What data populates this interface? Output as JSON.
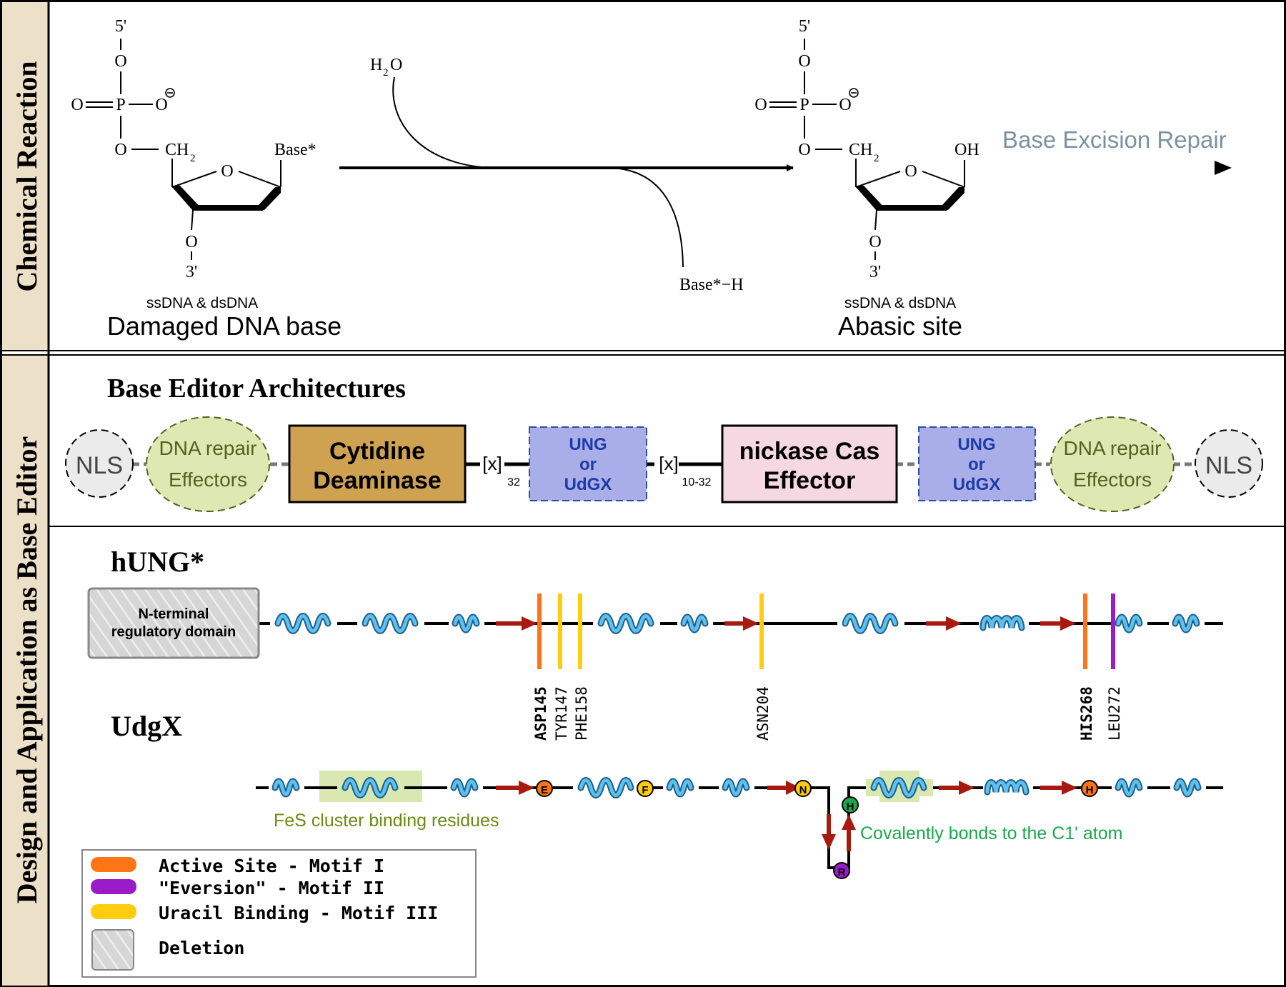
{
  "panels": {
    "reaction_label": "Chemical Reaction",
    "design_label": "Design and Application as Base Editor"
  },
  "reaction": {
    "left": {
      "five_prime": "5'",
      "o_top": "O",
      "o_dbl": "O",
      "p": "P",
      "o_minus": "O",
      "o_link": "O",
      "ch2": "CH",
      "ch2_sub": "2",
      "ring_o": "O",
      "base": "Base*",
      "o_bottom": "O",
      "three_prime": "3'",
      "substrate": "ssDNA & dsDNA",
      "name": "Damaged DNA base"
    },
    "water": "H",
    "water_sub": "2",
    "water_o": "O",
    "byproduct": "Base*−H",
    "right": {
      "five_prime": "5'",
      "o_top": "O",
      "o_dbl": "O",
      "p": "P",
      "o_minus": "O",
      "o_link": "O",
      "ch2": "CH",
      "ch2_sub": "2",
      "ring_o": "O",
      "oh": "OH",
      "o_bottom": "O",
      "three_prime": "3'",
      "substrate": "ssDNA & dsDNA",
      "name": "Abasic site"
    },
    "next_step": "Base Excision Repair"
  },
  "architecture": {
    "title": "Base Editor Architectures",
    "nls_left": "NLS",
    "repair_left": [
      "DNA repair",
      "Effectors"
    ],
    "cytidine": [
      "Cytidine",
      "Deaminase"
    ],
    "linker1": "[x]",
    "linker1_sub": "32",
    "ung_left": [
      "UNG",
      "or",
      "UdGX"
    ],
    "linker2": "[x]",
    "linker2_sub": "10-32",
    "cas": [
      "nickase Cas",
      "Effector"
    ],
    "ung_right": [
      "UNG",
      "or",
      "UdGX"
    ],
    "repair_right": [
      "DNA repair",
      "Effectors"
    ],
    "nls_right": "NLS",
    "colors": {
      "nls": "#ebebeb",
      "repair": "#dde8b2",
      "cytidine": "#cfa252",
      "ung": "#aaaee8",
      "cas": "#f6d8e2"
    }
  },
  "hung": {
    "title": "hUNG*",
    "domain": [
      "N-terminal",
      "regulatory domain"
    ],
    "residues": [
      "ASP145",
      "TYR147",
      "PHE158",
      "ASN204",
      "HIS268",
      "LEU272"
    ]
  },
  "udgx": {
    "title": "UdgX",
    "markers": [
      "E",
      "F",
      "N",
      "H",
      "R",
      "H"
    ],
    "fes_label": "FeS cluster binding residues",
    "covalent_label": "Covalently bonds to the C1' atom"
  },
  "legend": {
    "items": [
      "Active Site - Motif I",
      "\"Eversion\" - Motif II",
      "Uracil Binding - Motif III",
      "Deletion"
    ],
    "colors": [
      "#ff7414",
      "#9a1cc8",
      "#ffcc10"
    ]
  },
  "colors": {
    "helix": "#3aa0d8",
    "strand": "#a81a10",
    "active": "#ff7414",
    "eversion": "#9a1cc8",
    "uracil": "#ffcc10",
    "covalent": "#1aa84a",
    "fes": "#6a8a10",
    "panel_label_bg": "#ede0c8",
    "excision": "#7a92a0"
  }
}
